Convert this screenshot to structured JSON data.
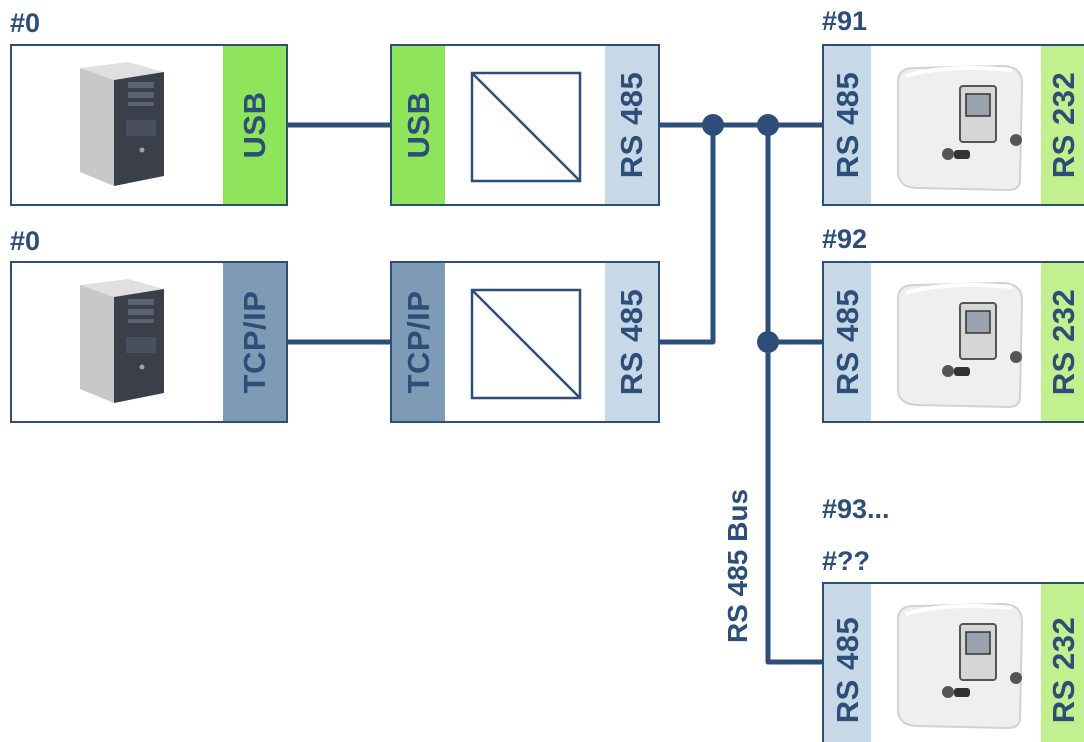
{
  "colors": {
    "line": "#2d4e78",
    "usb_strip": "#8ee45a",
    "tcpip_strip": "#7e9bb5",
    "rs485_strip": "#c7d8e6",
    "rs232_strip": "#c2f08e"
  },
  "computers": [
    {
      "id_label": "#0",
      "interface": "USB",
      "icon": "pc-tower-icon"
    },
    {
      "id_label": "#0",
      "interface": "TCP/IP",
      "icon": "pc-tower-icon"
    }
  ],
  "converters": [
    {
      "input": "USB",
      "output": "RS 485",
      "icon": "converter-symbol-icon"
    },
    {
      "input": "TCP/IP",
      "output": "RS 485",
      "icon": "converter-symbol-icon"
    }
  ],
  "devices": [
    {
      "id_label": "#91",
      "bus_port": "RS 485",
      "aux_port": "RS 232",
      "icon": "device-box-icon"
    },
    {
      "id_label": "#92",
      "bus_port": "RS 485",
      "aux_port": "RS 232",
      "icon": "device-box-icon"
    },
    {
      "id_label": "#??",
      "bus_port": "RS 485",
      "aux_port": "RS 232",
      "icon": "device-box-icon"
    }
  ],
  "more_devices_label": "#93...",
  "bus_label": "RS 485 Bus"
}
